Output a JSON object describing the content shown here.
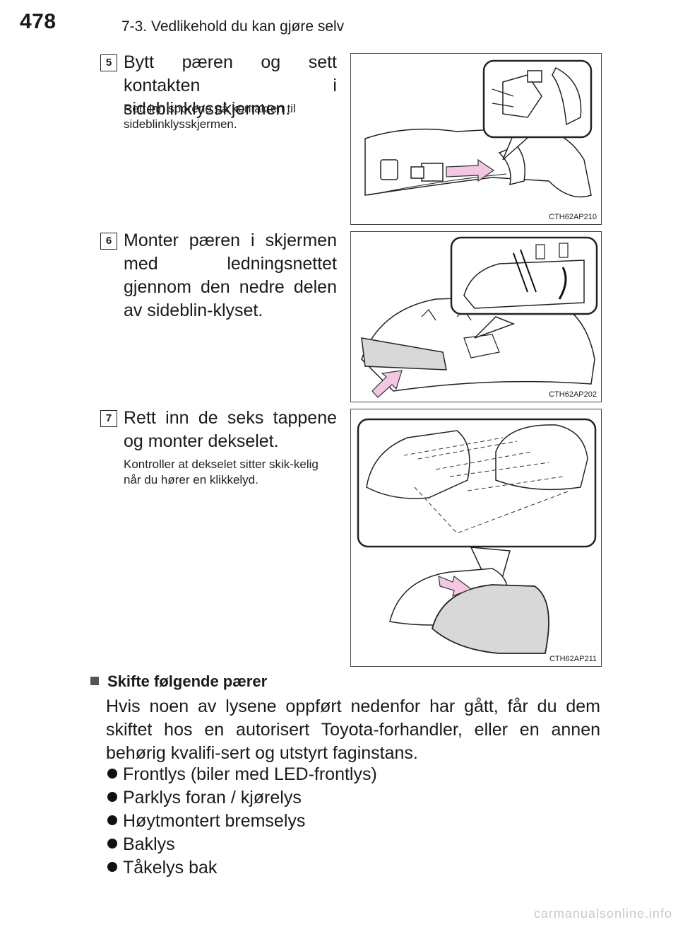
{
  "header": {
    "page_number": "478",
    "title": "7-3. Vedlikehold du kan gjøre selv"
  },
  "steps": [
    {
      "number": "5",
      "text": "Bytt pæren og sett kontakten i sideblinklysskjermen.",
      "note": "Rett inn sporene på kontakten til sideblinklysskjermen.",
      "figure_code": "CTH62AP210"
    },
    {
      "number": "6",
      "text": "Monter pæren i skjermen med ledningsnettet gjennom den nedre delen av sideblin-klyset.",
      "note": "",
      "figure_code": "CTH62AP202"
    },
    {
      "number": "7",
      "text": "Rett inn de seks tappene og monter dekselet.",
      "note": "Kontroller at dekselet sitter skik-kelig når du hører en klikkelyd.",
      "figure_code": "CTH62AP211"
    }
  ],
  "section": {
    "heading": "Skifte følgende pærer",
    "paragraph": "Hvis noen av lysene oppført nedenfor har gått, får du dem skiftet hos en autorisert Toyota-forhandler, eller en annen behørig kvalifi-sert og utstyrt faginstans.",
    "items": [
      "Frontlys (biler med LED-frontlys)",
      "Parklys foran / kjørelys",
      "Høytmontert bremselys",
      "Baklys",
      "Tåkelys bak"
    ]
  },
  "watermark": "carmanualsonline.info",
  "colors": {
    "arrow": "#f3c6e2",
    "arrow_stroke": "#333333",
    "cover_fill": "#d8d8d8"
  }
}
